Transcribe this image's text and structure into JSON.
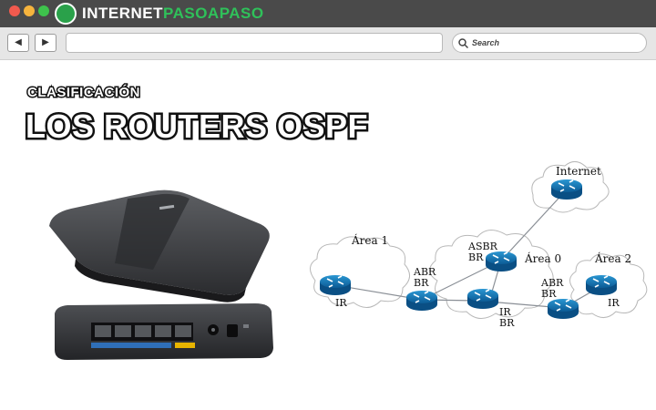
{
  "site": {
    "brand_prefix": "INTERNET",
    "brand_accent": "PASOAPASO",
    "brand_accent_color": "#2fc15a"
  },
  "browser": {
    "search_label": "Search",
    "back_icon": "arrow-left-icon",
    "forward_icon": "arrow-right-icon"
  },
  "heading": {
    "subtitle": "CLASIFICACIÓN",
    "title": "LOS ROUTERS OSPF"
  },
  "diagram": {
    "areas": {
      "area1": "Área 1",
      "area0": "Área 0",
      "area2": "Área 2"
    },
    "clouds": {
      "internet": "Internet"
    },
    "routers": {
      "ir_area1": [
        "IR"
      ],
      "abr_left": [
        "ABR",
        "BR"
      ],
      "asbr": [
        "ASBR",
        "BR"
      ],
      "ir_br": [
        "IR",
        "BR"
      ],
      "abr_right": [
        "ABR",
        "BR"
      ],
      "ir_area2": [
        "IR"
      ]
    }
  }
}
